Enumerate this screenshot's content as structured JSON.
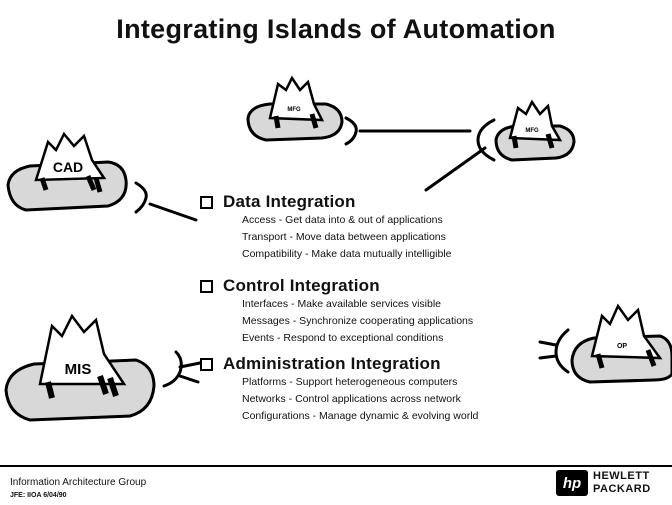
{
  "title": "Integrating Islands of Automation",
  "islands": {
    "cad": "CAD",
    "mfg_left": "MFG",
    "mfg_right": "MFG",
    "mis": "MIS",
    "op": "OP"
  },
  "sections": [
    {
      "title": "Data Integration",
      "items": [
        "Access - Get data into & out of applications",
        "Transport - Move data between applications",
        "Compatibility - Make data mutually intelligible"
      ]
    },
    {
      "title": "Control Integration",
      "items": [
        "Interfaces - Make available services visible",
        "Messages - Synchronize cooperating applications",
        "Events - Respond to exceptional conditions"
      ]
    },
    {
      "title": "Administration Integration",
      "items": [
        "Platforms - Support heterogeneous computers",
        "Networks - Control applications across network",
        "Configurations - Manage dynamic & evolving world"
      ]
    }
  ],
  "footer": {
    "group": "Information Architecture Group",
    "ref": "JFE: IIOA  6/04/90",
    "logo_mark": "hp",
    "logo_line1": "HEWLETT",
    "logo_line2": "PACKARD"
  }
}
